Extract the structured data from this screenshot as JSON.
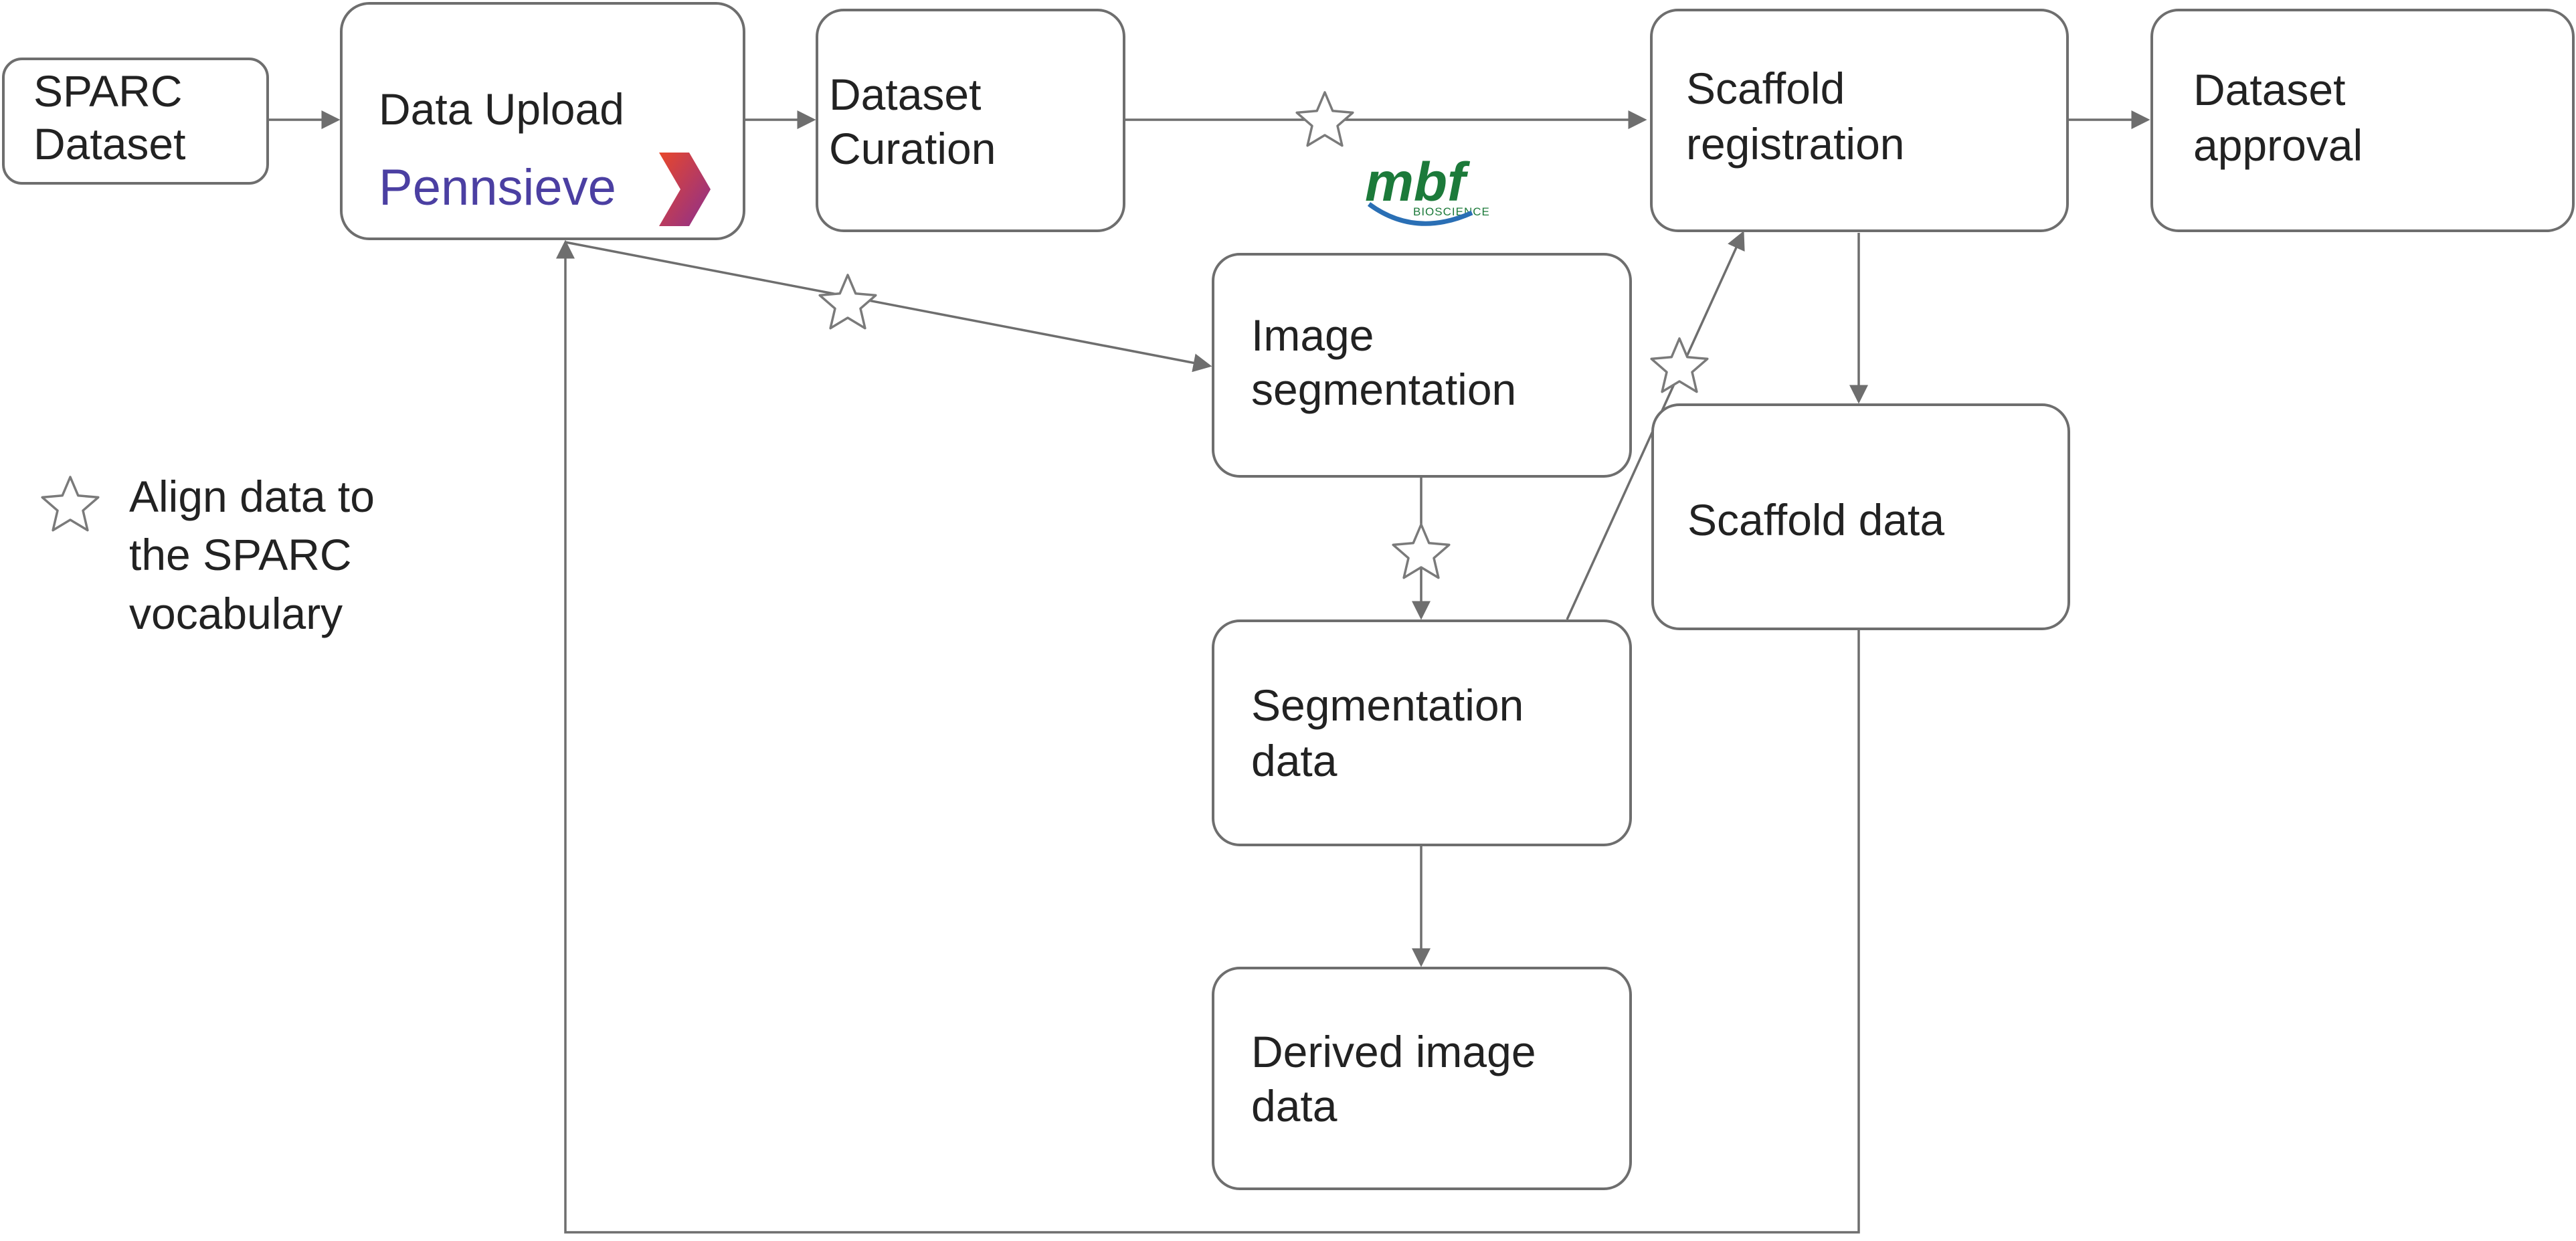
{
  "nodes": {
    "sparc_dataset": [
      "SPARC",
      "Dataset"
    ],
    "data_upload": [
      "Data Upload"
    ],
    "dataset_curation": [
      "Dataset",
      "Curation"
    ],
    "scaffold_registration": [
      "Scaffold",
      "registration"
    ],
    "dataset_approval": [
      "Dataset",
      "approval"
    ],
    "image_segmentation": [
      "Image",
      "segmentation"
    ],
    "scaffold_data": [
      "Scaffold data"
    ],
    "segmentation_data": [
      "Segmentation",
      "data"
    ],
    "derived_image_data": [
      "Derived image",
      "data"
    ]
  },
  "logos": {
    "pennsieve": "Pennsieve",
    "mbf": "mbf",
    "mbf_sub": "BIOSCIENCE"
  },
  "legend": {
    "lines": [
      "Align data to",
      "the SPARC",
      "vocabulary"
    ],
    "icon": "star-icon"
  },
  "colors": {
    "pennsieve_text": "#4b3fa2",
    "pennsieve_mark": [
      "#e8472b",
      "#8b2f8f"
    ],
    "mbf_green": "#1c7a3a",
    "mbf_swoosh": "#2a6fb5",
    "edge": "#6e6e6e"
  }
}
